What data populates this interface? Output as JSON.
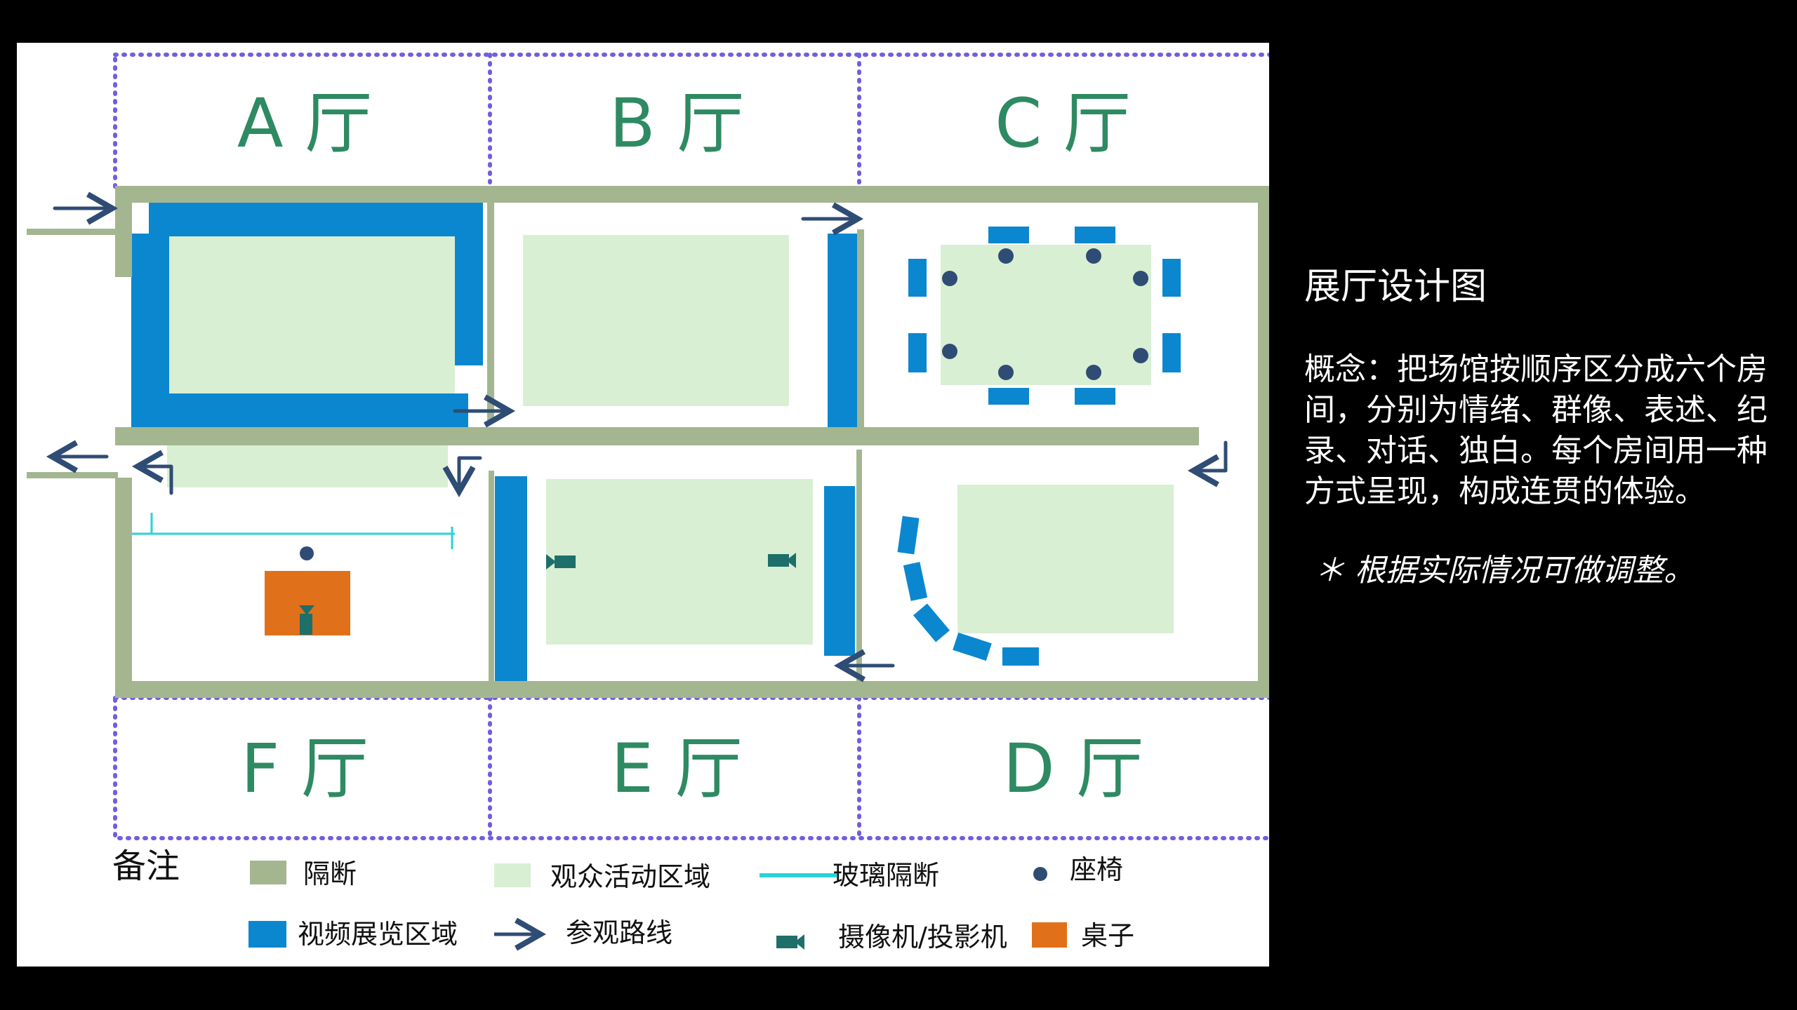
{
  "halls": {
    "a": "A 厅",
    "b": "B 厅",
    "c": "C 厅",
    "d": "D 厅",
    "e": "E 厅",
    "f": "F 厅"
  },
  "legend": {
    "title": "备注",
    "partition": "隔断",
    "audience_area": "观众活动区域",
    "glass_partition": "玻璃隔断",
    "seat": "座椅",
    "video_area": "视频展览区域",
    "route": "参观路线",
    "camera": "摄像机/投影机",
    "table": "桌子"
  },
  "side": {
    "title": "展厅设计图",
    "concept": "概念：把场馆按顺序区分成六个房间，分别为情绪、群像、表述、纪录、对话、独白。每个房间用一种方式呈现，构成连贯的体验。",
    "note": "＊ 根据实际情况可做调整。"
  },
  "colors": {
    "partition": "#a4b690",
    "video": "#0b87d0",
    "audience": "#d9efd3",
    "glass": "#2ad3d6",
    "seat": "#2f4c75",
    "table": "#e1701b",
    "route": "#2f4c75",
    "camera": "#1e6f6a",
    "hall_label": "#2e8a62",
    "dotted_border": "#6f5fe0"
  }
}
